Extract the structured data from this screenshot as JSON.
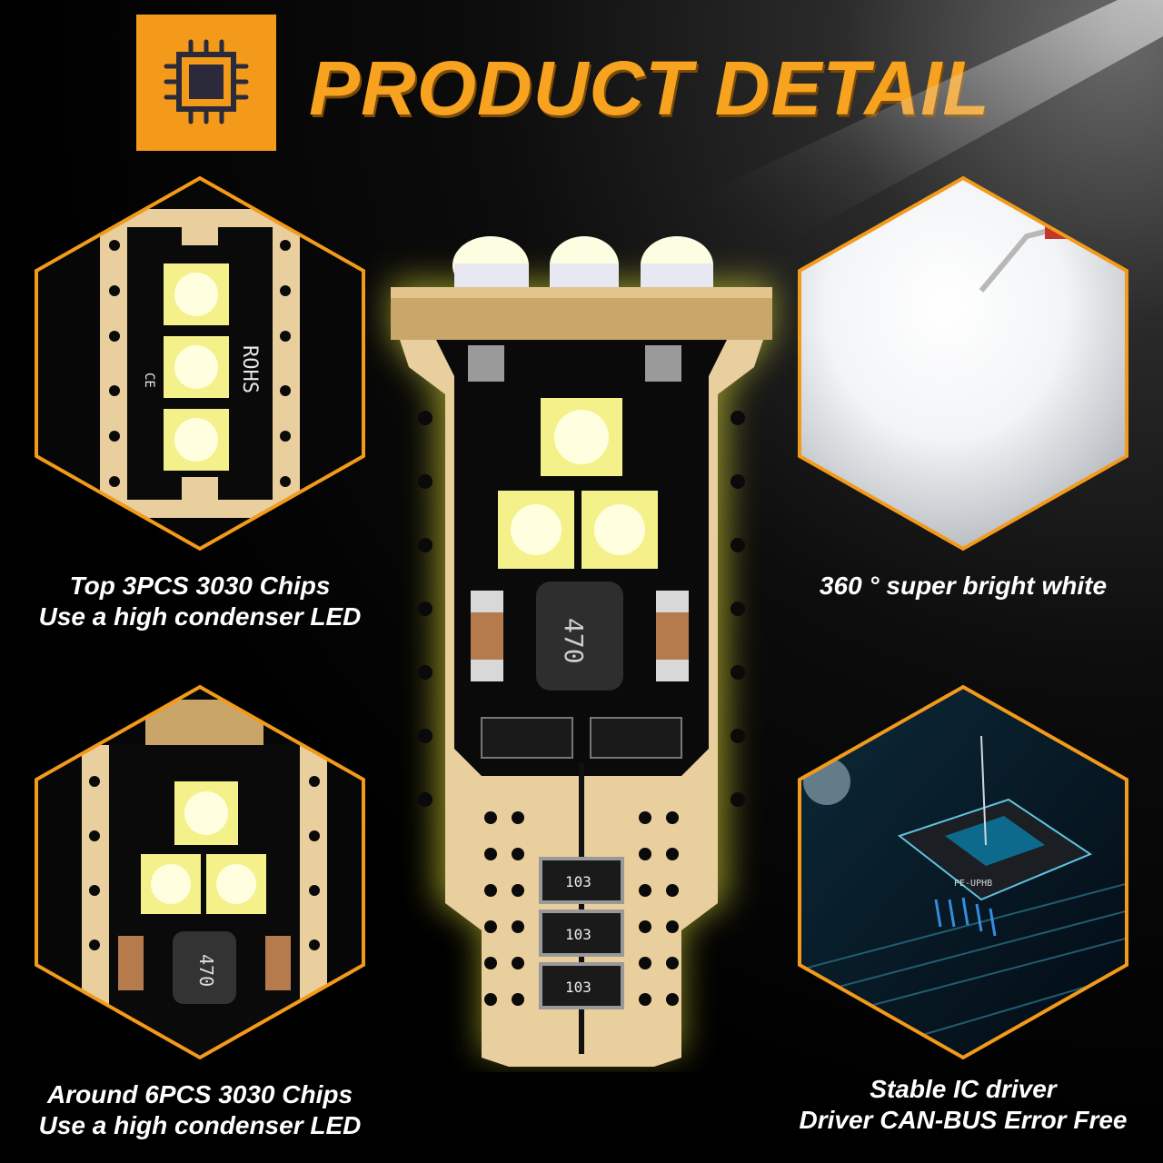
{
  "header": {
    "title": "PRODUCT DETAIL",
    "icon": "chip-icon",
    "accent_color": "#f39a1b"
  },
  "panels": {
    "top_left": {
      "icon": "led-board-top-image",
      "board_marks": [
        "ROHS",
        "CE"
      ],
      "caption_line1": "Top 3PCS 3030 Chips",
      "caption_line2": "Use a high condenser LED"
    },
    "top_right": {
      "icon": "bright-light-image",
      "caption_line1": "360 ° super bright white"
    },
    "bottom_left": {
      "icon": "led-board-bottom-image",
      "board_mark": "470",
      "caption_line1": "Around 6PCS 3030 Chips",
      "caption_line2": "Use a high condenser LED"
    },
    "bottom_right": {
      "icon": "circuit-chip-image",
      "chip_label": "PE-UPHB",
      "caption_line1": "Stable IC driver",
      "caption_line2": "Driver CAN-BUS Error Free"
    }
  },
  "bulb": {
    "icon": "led-bulb-image",
    "inductor_label": "470",
    "resistor_labels": [
      "103",
      "103",
      "103"
    ]
  },
  "colors": {
    "hex_outline": "#f39a1b",
    "board_gold": "#e8cf9d",
    "board_black": "#0a0a0a",
    "glow": "#f4f23a"
  }
}
